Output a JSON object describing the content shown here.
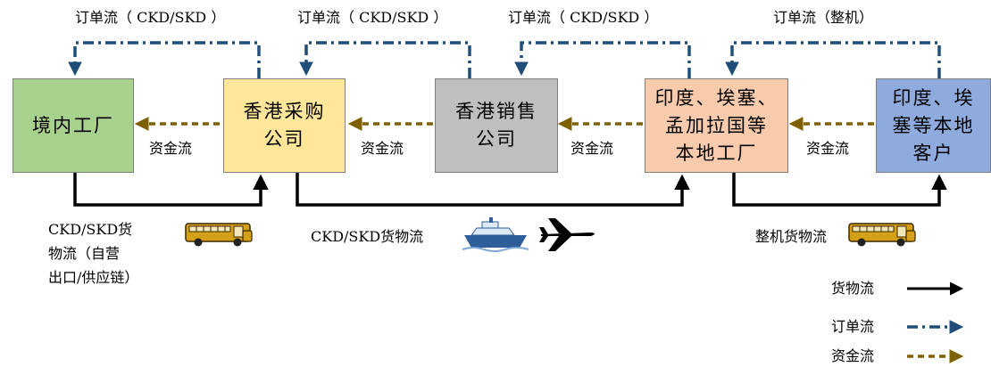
{
  "nodes": [
    {
      "id": "n1",
      "label": "境内工厂",
      "color": "#a9d18e"
    },
    {
      "id": "n2",
      "label": "香港采购\n公司",
      "color": "#ffe699"
    },
    {
      "id": "n3",
      "label": "香港销售\n公司",
      "color": "#bfbfbf"
    },
    {
      "id": "n4",
      "label": "印度、埃塞、\n孟加拉国等\n本地工厂",
      "color": "#f8cbad"
    },
    {
      "id": "n5",
      "label": "印度、埃\n塞等本地\n客户",
      "color": "#8faadc"
    }
  ],
  "order_flows": [
    {
      "label": "订单流（ CKD/SKD ）"
    },
    {
      "label": "订单流（ CKD/SKD ）"
    },
    {
      "label": "订单流（ CKD/SKD ）"
    },
    {
      "label": "订单流（整机）"
    }
  ],
  "money_flows": [
    {
      "label": "资金流"
    },
    {
      "label": "资金流"
    },
    {
      "label": "资金流"
    },
    {
      "label": "资金流"
    }
  ],
  "goods_flows": [
    {
      "label": "CKD/SKD货\n物流（自营\n出口/供应链）",
      "icons": [
        "bus-icon"
      ]
    },
    {
      "label": "CKD/SKD货物流",
      "icons": [
        "ship-icon",
        "airplane-icon"
      ]
    },
    {
      "label": "整机货物流",
      "icons": [
        "bus-icon"
      ]
    }
  ],
  "legend": {
    "goods": "货物流",
    "order": "订单流",
    "money": "资金流"
  },
  "colors": {
    "goods": "#000000",
    "order": "#1f4e79",
    "money": "#7f6000"
  }
}
